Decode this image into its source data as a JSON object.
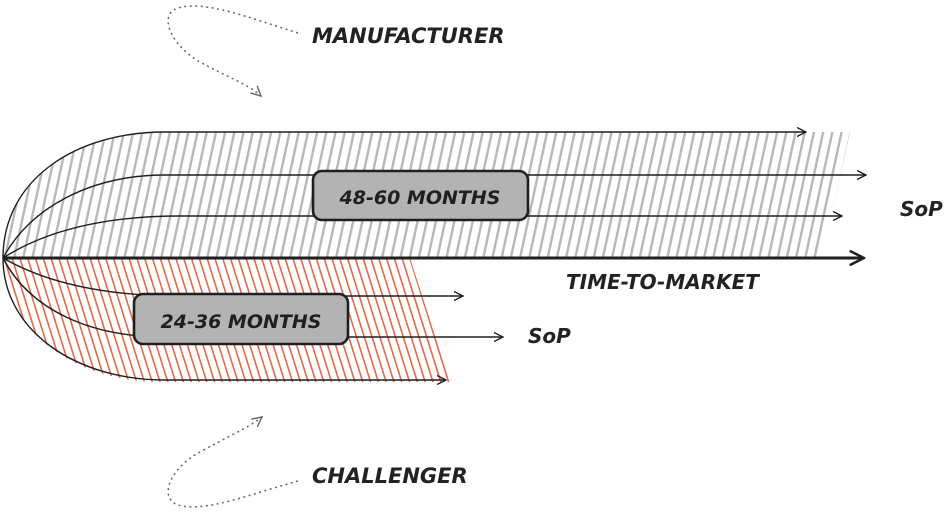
{
  "labels": {
    "manufacturer": "MANUFACTURER",
    "challenger": "CHALLENGER",
    "time_to_market": "TIME-TO-MARKET",
    "sop_manufacturer": "SoP",
    "sop_challenger": "SoP"
  },
  "boxes": {
    "manufacturer_duration": "48-60 MONTHS",
    "challenger_duration": "24-36 MONTHS"
  },
  "colors": {
    "manufacturer_hatch": "#b8b8b8",
    "challenger_hatch": "#e8674a",
    "box_fill": "#b3b3b3",
    "line": "#1f1f1f",
    "dotted": "#666666"
  }
}
